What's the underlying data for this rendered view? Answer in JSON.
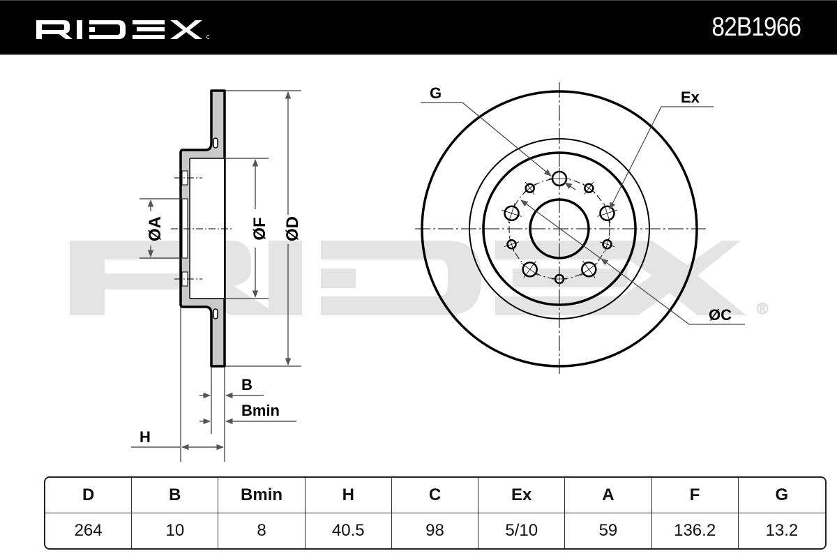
{
  "header": {
    "brand_logo": "RIDEX",
    "part_number": "82B1966"
  },
  "watermark": {
    "text": "RIDEX",
    "registered": "®"
  },
  "side_view": {
    "labels": {
      "A": "ØA",
      "F": "ØF",
      "D": "ØD",
      "B": "B",
      "Bmin": "Bmin",
      "H": "H"
    }
  },
  "front_view": {
    "labels": {
      "G": "G",
      "Ex": "Ex",
      "C": "ØC"
    },
    "bolt_holes": 5,
    "extra_holes": 5
  },
  "spec_table": {
    "headers": [
      "D",
      "B",
      "Bmin",
      "H",
      "C",
      "Ex",
      "A",
      "F",
      "G"
    ],
    "values": [
      "264",
      "10",
      "8",
      "40.5",
      "98",
      "5/10",
      "59",
      "136.2",
      "13.2"
    ]
  },
  "colors": {
    "header_bg": "#000000",
    "watermark": "#e4e4e4",
    "section_fill": "#c9c9c9"
  }
}
